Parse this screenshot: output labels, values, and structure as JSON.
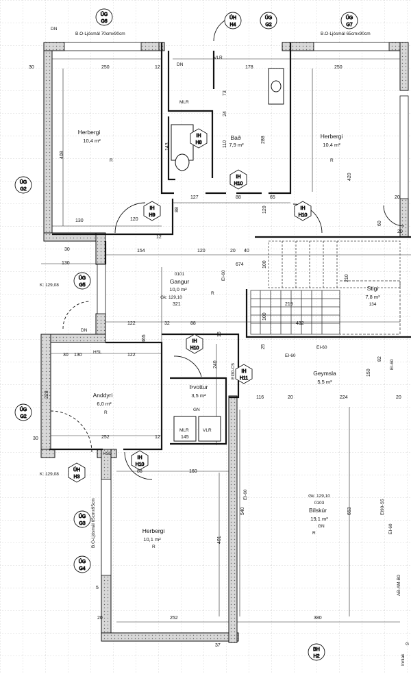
{
  "rooms": [
    {
      "name": "Herbergi",
      "area": "10,4 m²"
    },
    {
      "name": "Bað",
      "area": "7,9 m²"
    },
    {
      "name": "Herbergi",
      "area": "10,4 m²"
    },
    {
      "name": "Gangur",
      "area": "10,0 m²",
      "code": "0101",
      "elevation": "Gk: 129,10"
    },
    {
      "name": "Stigi",
      "area": "7,8 m²",
      "extra": "134"
    },
    {
      "name": "Anddyri",
      "area": "6,0 m²"
    },
    {
      "name": "Þvottur",
      "area": "3,5 m²"
    },
    {
      "name": "Geymsla",
      "area": "5,5 m²"
    },
    {
      "name": "Herbergi",
      "area": "10,1 m²"
    },
    {
      "name": "Bílskúr",
      "area": "19,1 m²",
      "code": "0103",
      "elevation": "Gk: 129,10"
    }
  ],
  "markers": [
    {
      "l1": "ÚG",
      "l2": "G6"
    },
    {
      "l1": "ÚH",
      "l2": "H4"
    },
    {
      "l1": "ÚG",
      "l2": "G2"
    },
    {
      "l1": "ÚG",
      "l2": "G7"
    },
    {
      "l1": "ÚG",
      "l2": "G2"
    },
    {
      "l1": "ÚG",
      "l2": "G5"
    },
    {
      "l1": "ÚG",
      "l2": "G2"
    },
    {
      "l1": "ÚG",
      "l2": "G3"
    },
    {
      "l1": "ÚG",
      "l2": "G4"
    },
    {
      "l1": "BH",
      "l2": "H2"
    },
    {
      "l1": "IH",
      "l2": "H8"
    },
    {
      "l1": "IH",
      "l2": "H10"
    },
    {
      "l1": "IH",
      "l2": "H9"
    },
    {
      "l1": "IH",
      "l2": "H10"
    },
    {
      "l1": "IH",
      "l2": "H10"
    },
    {
      "l1": "IH",
      "l2": "H11"
    },
    {
      "l1": "IH",
      "l2": "H10"
    },
    {
      "l1": "ÚH",
      "l2": "H3"
    }
  ],
  "dimensions": {
    "d30a": "30",
    "d250a": "250",
    "d12a": "12",
    "d178": "178",
    "d250b": "250",
    "d408": "408",
    "d143": "143",
    "d110": "110",
    "d288": "288",
    "d73": "73",
    "d24": "24",
    "d420": "420",
    "d127": "127",
    "d88a": "88",
    "d65": "65",
    "d120a": "120",
    "d120b": "120",
    "d88b": "88",
    "d130a": "130",
    "d30b": "30",
    "d20a": "20",
    "d60": "60",
    "d154": "154",
    "d120c": "120",
    "d20b": "20",
    "d40": "40",
    "d674": "674",
    "d130b": "130",
    "d100a": "100",
    "d210": "210",
    "d219": "219",
    "d100b": "100",
    "d321": "321",
    "d122a": "122",
    "d32": "32",
    "d88c": "88",
    "d432": "432",
    "d465": "465",
    "d15": "15",
    "d30c": "30",
    "d130c": "130",
    "d122b": "122",
    "d240": "240",
    "d25": "25",
    "d82": "82",
    "d150": "150",
    "d116": "116",
    "d20c": "20",
    "d224": "224",
    "d20d": "20",
    "d228": "228",
    "d252a": "252",
    "d12b": "12",
    "d145": "145",
    "d88d": "88",
    "d160": "160",
    "d653": "653",
    "d540": "540",
    "d401": "401",
    "d5": "5",
    "d20e": "20",
    "d252b": "252",
    "d380": "380",
    "d37": "37",
    "d30d": "30",
    "d12c": "12",
    "d20f": "20"
  },
  "labels": {
    "window_top_left": "B.O-Ljósmál 70cmx90cm",
    "window_top_right": "B.O-Ljósmál 65cmx90cm",
    "window_left": "B.O-Ljósmál 65cmx95cm",
    "level_left_1": "K: 129,08",
    "level_left_2": "K: 129,08",
    "equip_dn_1": "DN",
    "equip_dn_2": "DN",
    "equip_dn_3": "DN",
    "hsl_1": "HSL",
    "hsl_2": "HSL",
    "vlr_1": "VLR",
    "vlr_2": "VLR",
    "mlr_1": "MLR",
    "mlr_2": "MLR",
    "gn_1": "GN",
    "gn_2": "GN",
    "ei60_1": "EI-60",
    "ei60_2": "EI-60",
    "ei60_3": "EI-60",
    "ei60_4": "EI-60",
    "ei60_5": "EI-60",
    "ei60_6": "EI-60",
    "ei30": "EI30-C5",
    "ei90": "EI90-S5",
    "r_mark": "R",
    "fire_note": "AB-AM-B0",
    "bottom_note": "Innlak",
    "side_g": "G"
  }
}
